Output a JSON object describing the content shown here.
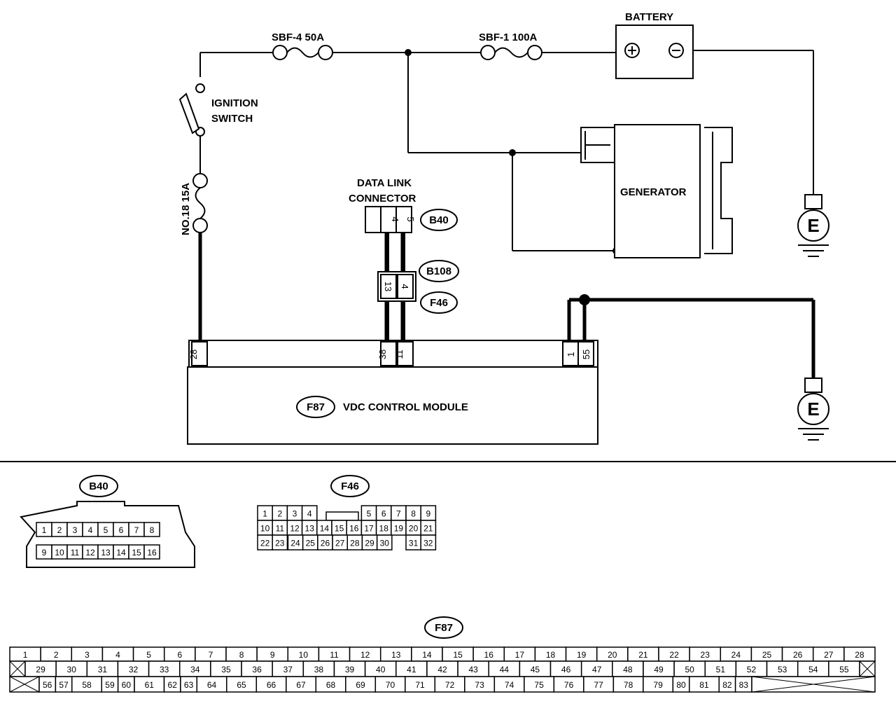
{
  "schematic": {
    "fuse_sbf4": "SBF-4 50A",
    "fuse_sbf1": "SBF-1 100A",
    "battery": "BATTERY",
    "ignition_switch_1": "IGNITION",
    "ignition_switch_2": "SWITCH",
    "fuse_no18": "NO.18 15A",
    "data_link_1": "DATA LINK",
    "data_link_2": "CONNECTOR",
    "generator": "GENERATOR",
    "ground_symbol": "E",
    "battery_plus_icon": "plus-circle-icon",
    "battery_minus_icon": "minus-circle-icon",
    "b40_pins": [
      "4",
      "5"
    ],
    "b108_f46_pins": [
      "13",
      "4"
    ],
    "module_pins": [
      "28",
      "38",
      "11",
      "1",
      "55"
    ],
    "module_ref": "F87",
    "module_name": "VDC CONTROL MODULE",
    "tags": {
      "b40": "B40",
      "b108": "B108",
      "f46": "F46"
    }
  },
  "connectors": {
    "b40": {
      "title": "B40",
      "row1": [
        "1",
        "2",
        "3",
        "4",
        "5",
        "6",
        "7",
        "8"
      ],
      "row2": [
        "9",
        "10",
        "11",
        "12",
        "13",
        "14",
        "15",
        "16"
      ]
    },
    "f46": {
      "title": "F46",
      "row1": [
        "1",
        "2",
        "3",
        "4",
        "",
        "5",
        "6",
        "7",
        "8",
        "9"
      ],
      "row2": [
        "10",
        "11",
        "12",
        "13",
        "14",
        "15",
        "16",
        "17",
        "18",
        "19",
        "20",
        "21"
      ],
      "row3": [
        "22",
        "23",
        "24",
        "25",
        "26",
        "27",
        "28",
        "29",
        "30",
        "31",
        "32"
      ]
    },
    "f87": {
      "title": "F87",
      "row1": [
        "1",
        "2",
        "3",
        "4",
        "5",
        "6",
        "7",
        "8",
        "9",
        "10",
        "11",
        "12",
        "13",
        "14",
        "15",
        "16",
        "17",
        "18",
        "19",
        "20",
        "21",
        "22",
        "23",
        "24",
        "25",
        "26",
        "27",
        "28"
      ],
      "row2": [
        "29",
        "30",
        "31",
        "32",
        "33",
        "34",
        "35",
        "36",
        "37",
        "38",
        "39",
        "40",
        "41",
        "42",
        "43",
        "44",
        "45",
        "46",
        "47",
        "48",
        "49",
        "50",
        "51",
        "52",
        "53",
        "54",
        "55"
      ],
      "row3": [
        "56",
        "57",
        "58",
        "59",
        "60",
        "61",
        "62",
        "63",
        "64",
        "65",
        "66",
        "67",
        "68",
        "69",
        "70",
        "71",
        "72",
        "73",
        "74",
        "75",
        "76",
        "77",
        "78",
        "79",
        "80",
        "81",
        "82",
        "83"
      ]
    }
  }
}
